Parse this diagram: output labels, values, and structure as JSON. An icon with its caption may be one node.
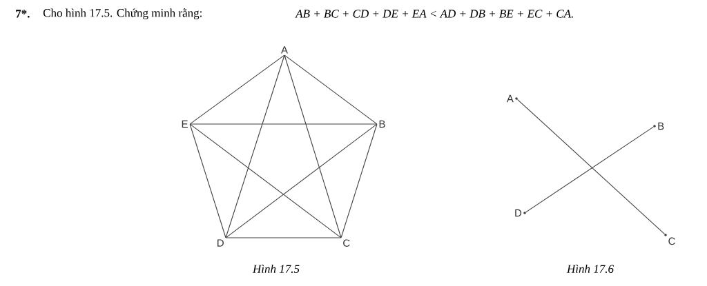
{
  "diagram": {
    "nodes": [
      {
        "text": [
          "A"
        ]
      },
      {
        "text": [
          "B"
        ]
      },
      {
        "text": [
          "C"
        ]
      },
      {
        "text": [
          "D"
        ]
      },
      {
        "text": [
          "E"
        ]
      },
      {
        "text": [
          "A"
        ]
      },
      {
        "text": [
          "B"
        ]
      },
      {
        "text": [
          "C"
        ]
      },
      {
        "text": [
          "D"
        ]
      }
    ],
    "edges": [
      {
        "from": 0,
        "to": 1,
        "arrow": "none"
      },
      {
        "from": 1,
        "to": 2,
        "arrow": "none"
      },
      {
        "from": 2,
        "to": 3,
        "arrow": "none"
      },
      {
        "from": 3,
        "to": 4,
        "arrow": "none"
      },
      {
        "from": 4,
        "to": 0,
        "arrow": "none"
      },
      {
        "from": 0,
        "to": 3,
        "arrow": "none"
      },
      {
        "from": 3,
        "to": 1,
        "arrow": "none"
      },
      {
        "from": 1,
        "to": 4,
        "arrow": "none"
      },
      {
        "from": 4,
        "to": 2,
        "arrow": "none"
      },
      {
        "from": 2,
        "to": 0,
        "arrow": "none"
      },
      {
        "from": 5,
        "to": 7,
        "arrow": "none"
      },
      {
        "from": 8,
        "to": 6,
        "arrow": "none"
      }
    ],
    "labels": [
      "7*.",
      "Cho hình 17.5. Chứng minh rằng:",
      "AB + BC + CD + DE + EA < AD + DB + BE + EC + CA.",
      "Hình 17.5",
      "Hình 17.6"
    ]
  }
}
